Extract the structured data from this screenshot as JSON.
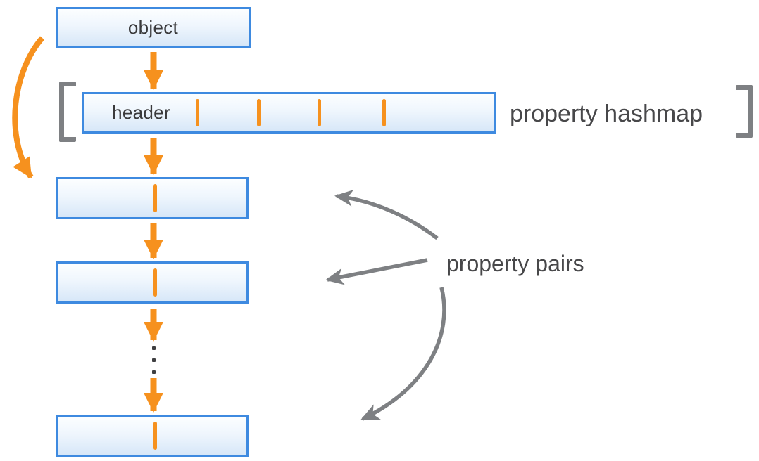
{
  "diagram": {
    "object_node": {
      "label": "object"
    },
    "hashmap": {
      "header_label": "header",
      "annotation": "property hashmap",
      "divider_count": 4
    },
    "pairs": {
      "annotation": "property pairs",
      "visible_pair_count": 3,
      "ellipsis_dot_count": 3
    },
    "colors": {
      "orange": "#F6911E",
      "node_border_blue": "#3E8AE0",
      "node_fill_top": "#FCFDFF",
      "node_fill_bottom": "#D7E7F8",
      "gray": "#7E8083",
      "label_text": "#3A3A3C",
      "annotation_text": "#48484A"
    },
    "icons": {
      "down-arrow-icon": "▼",
      "curved-arrow-icon": "⤵",
      "pointer-arrow-icon": "↖",
      "bracket-left-icon": "[",
      "bracket-right-icon": "]",
      "ellipsis-icon": "⋮"
    }
  }
}
